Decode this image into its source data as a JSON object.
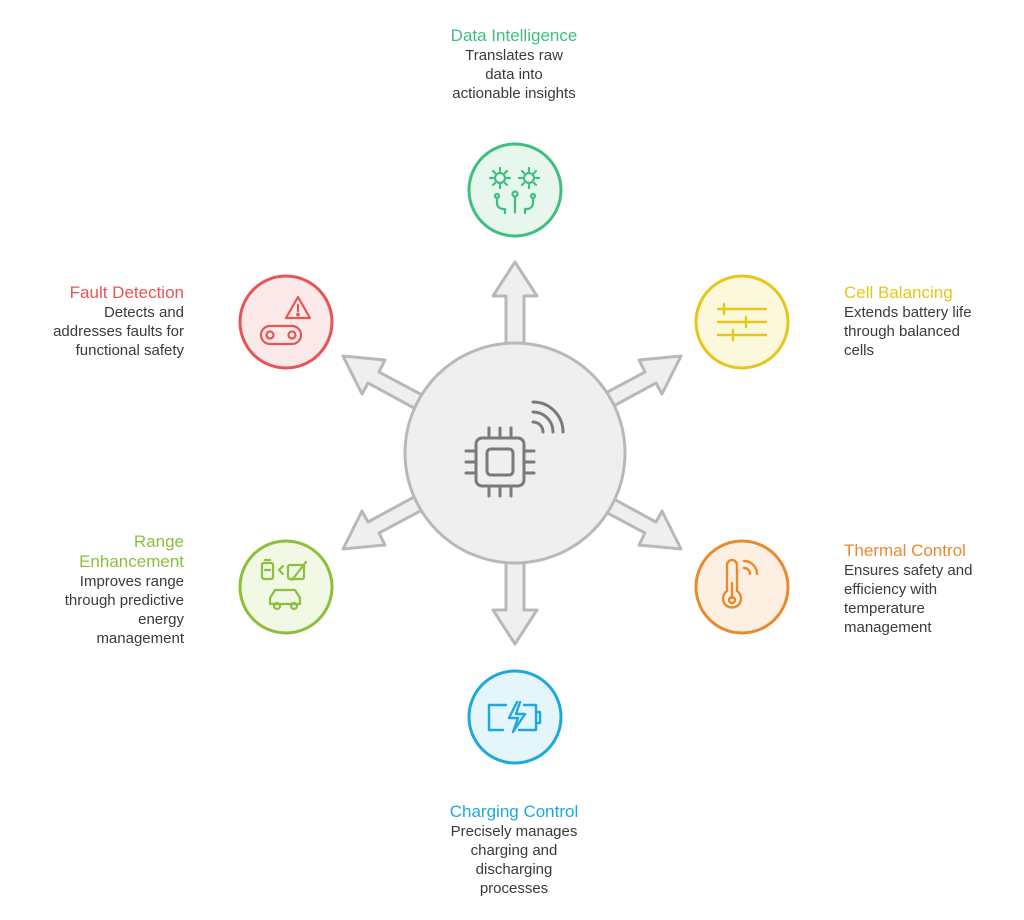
{
  "nodes": {
    "data_intelligence": {
      "title": "Data Intelligence",
      "desc": [
        "Translates raw",
        "data into",
        "actionable insights"
      ],
      "color": "#3fbf7f",
      "fill": "#e8f7ee",
      "icon": "gears-circuit-icon"
    },
    "cell_balancing": {
      "title": "Cell Balancing",
      "desc": [
        "Extends battery life",
        "through balanced",
        "cells"
      ],
      "color": "#e6c619",
      "fill": "#fcf8dc",
      "icon": "sliders-icon"
    },
    "thermal_control": {
      "title": "Thermal Control",
      "desc": [
        "Ensures safety and",
        "efficiency with",
        "temperature",
        "management"
      ],
      "color": "#e98a2e",
      "fill": "#fdf0e3",
      "icon": "thermometer-icon"
    },
    "charging_control": {
      "title": "Charging Control",
      "desc": [
        "Precisely manages",
        "charging and",
        "discharging",
        "processes"
      ],
      "color": "#1fa8dc",
      "fill": "#e4f5fb",
      "icon": "battery-charging-icon"
    },
    "range_enhancement": {
      "title": [
        "Range",
        "Enhancement"
      ],
      "desc": [
        "Improves range",
        "through predictive",
        "energy",
        "management"
      ],
      "color": "#8cbf3a",
      "fill": "#f1f8e4",
      "icon": "battery-car-icon"
    },
    "fault_detection": {
      "title": "Fault Detection",
      "desc": [
        "Detects and",
        "addresses faults for",
        "functional safety"
      ],
      "color": "#e85454",
      "fill": "#fce9e9",
      "icon": "warning-vehicle-icon"
    }
  },
  "center": {
    "icon": "chip-wireless-icon",
    "fill": "#efefef",
    "stroke": "#b8b8b8"
  }
}
